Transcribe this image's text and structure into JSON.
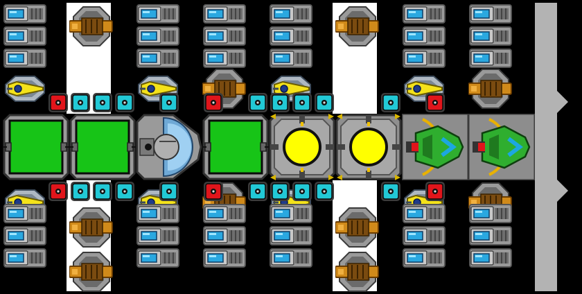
{
  "palette": {
    "background": "#000000",
    "floor": "#ffffff",
    "hull": "#9a9a9a",
    "hull_dark": "#555555",
    "battery_glow": "#2aa8e0",
    "cannon_brass": "#d08a1a",
    "laser_yellow": "#f4e21a",
    "cargo_green": "#17c417",
    "reactor_yellow": "#ffff00",
    "connector_cyan": "#22c9d6",
    "connector_red": "#e0151b",
    "thruster_green": "#2fae2f",
    "rail_gray": "#b3b3b3"
  },
  "icons": {
    "battery": "battery-icon",
    "cannon": "cannon-turret-icon",
    "laser": "laser-turret-icon",
    "connector_cyan": "connector-icon",
    "connector_red": "red-connector-icon",
    "cargo": "cargo-bay-icon",
    "cockpit": "cockpit-icon",
    "reactor": "reactor-icon",
    "thruster": "green-engine-icon",
    "arrow": "arrow-right-icon"
  },
  "ship": {
    "columns": [
      {
        "top": [
          "battery",
          "battery",
          "battery",
          "laser"
        ],
        "bottom": [
          "laser",
          "battery",
          "battery",
          "battery"
        ]
      },
      {
        "top": [
          "cannon",
          "cannon",
          "floor",
          "floor"
        ],
        "bottom": [
          "floor",
          "cannon",
          "cannon",
          "floor"
        ]
      },
      {
        "top": [
          "battery",
          "battery",
          "battery",
          "laser"
        ],
        "bottom": [
          "laser",
          "battery",
          "battery",
          "battery"
        ]
      },
      {
        "top": [
          "battery",
          "battery",
          "battery",
          "cannon"
        ],
        "bottom": [
          "cannon",
          "battery",
          "battery",
          "battery"
        ]
      },
      {
        "top": [
          "battery",
          "battery",
          "battery",
          "laser"
        ],
        "bottom": [
          "laser",
          "battery",
          "battery",
          "battery"
        ]
      },
      {
        "top": [
          "cannon",
          "cannon",
          "floor",
          "floor"
        ],
        "bottom": [
          "floor",
          "cannon",
          "cannon",
          "floor"
        ]
      },
      {
        "top": [
          "battery",
          "battery",
          "battery",
          "laser"
        ],
        "bottom": [
          "laser",
          "battery",
          "battery",
          "battery"
        ]
      },
      {
        "top": [
          "battery",
          "battery",
          "battery",
          "cannon"
        ],
        "bottom": [
          "cannon",
          "battery",
          "battery",
          "battery"
        ]
      }
    ],
    "connector_row": [
      "red",
      "cyan",
      "cyan",
      "cyan",
      "empty",
      "cyan",
      "empty",
      "red",
      "empty",
      "cyan",
      "cyan",
      "cyan",
      "cyan",
      "empty",
      "empty",
      "cyan",
      "empty",
      "red"
    ],
    "core": [
      "cargo",
      "cargo",
      "cockpit",
      "cargo",
      "reactor",
      "reactor",
      "thruster",
      "thruster"
    ]
  }
}
